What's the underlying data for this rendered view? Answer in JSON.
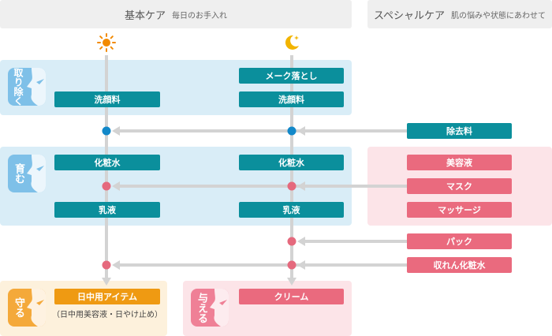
{
  "headers": {
    "basic": {
      "title": "基本ケア",
      "subtitle": "毎日のお手入れ"
    },
    "special": {
      "title": "スペシャルケア",
      "subtitle": "肌の悩みや状態にあわせて"
    }
  },
  "icons": {
    "morning": "sun-icon",
    "night": "moon-icon"
  },
  "sections": {
    "remove": {
      "label": "取り除く",
      "color": "#7ec0e8"
    },
    "nurture": {
      "label": "育む",
      "color": "#7ec0e8"
    },
    "protect": {
      "label": "守る",
      "color": "#f4a93a"
    },
    "give": {
      "label": "与える",
      "color": "#ef8096"
    }
  },
  "morning": {
    "wash": "洗顔料",
    "lotion": "化粧水",
    "milk": "乳液",
    "day_item": "日中用アイテム",
    "day_item_note": "（日中用美容液・日やけ止め）"
  },
  "night": {
    "makeup_remover": "メーク落とし",
    "wash": "洗顔料",
    "lotion": "化粧水",
    "milk": "乳液",
    "cream": "クリーム"
  },
  "special": {
    "remover": "除去料",
    "serum": "美容液",
    "mask": "マスク",
    "massage": "マッサージ",
    "pack": "パック",
    "astringent": "収れん化粧水"
  },
  "colors": {
    "teal": "#0b8f9c",
    "pink": "#ea6a7e",
    "orange": "#ef9a12",
    "blue_panel": "#d9edf7",
    "pink_panel": "#fce4e8",
    "orange_panel": "#fdf1dc",
    "blue_dot": "#1288c9",
    "pink_dot": "#e5697d"
  }
}
